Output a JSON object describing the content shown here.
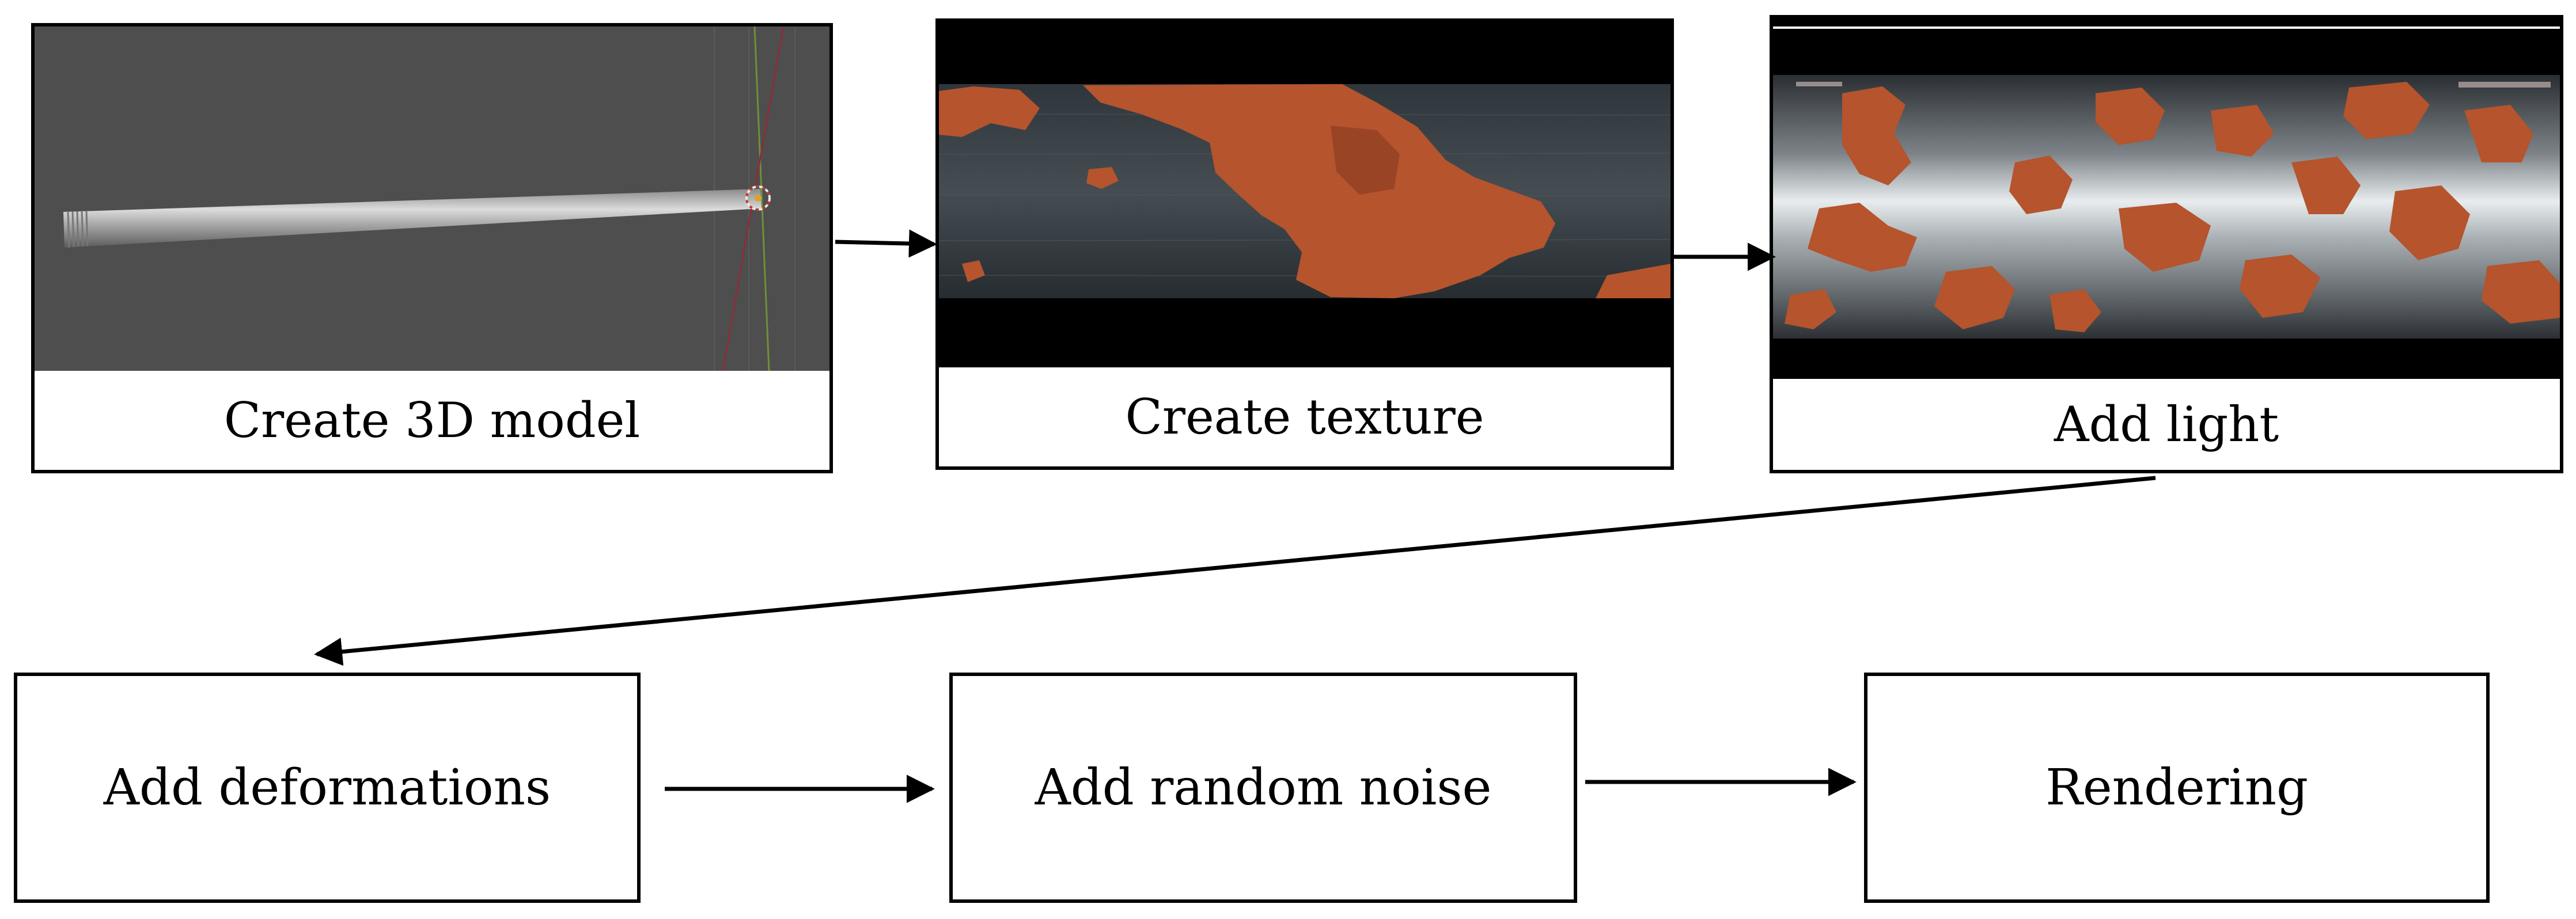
{
  "steps_top": [
    {
      "label": "Create 3D model"
    },
    {
      "label": "Create texture"
    },
    {
      "label": "Add light"
    }
  ],
  "steps_bottom": [
    {
      "label": "Add deformations"
    },
    {
      "label": "Add random noise"
    },
    {
      "label": "Rendering"
    }
  ],
  "colors": {
    "rust": "#b5542d",
    "dark_metal": "#3b4248",
    "viewport_gray": "#4e4e4e"
  }
}
